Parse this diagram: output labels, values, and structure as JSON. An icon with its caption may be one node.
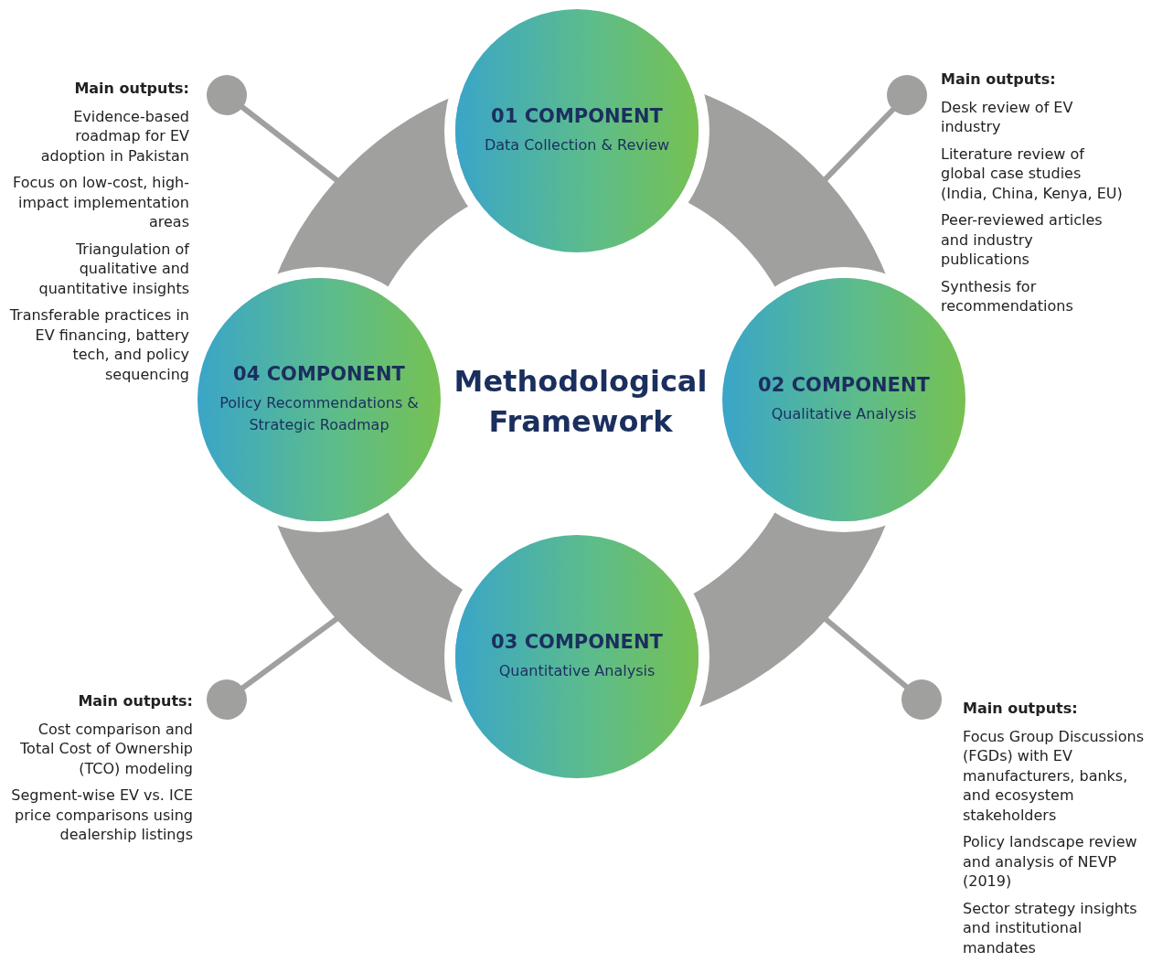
{
  "diagram": {
    "title": "Methodological Framework",
    "nodes": [
      {
        "text": [
          "01 COMPONENT",
          "Data Collection & Review"
        ]
      },
      {
        "text": [
          "02 COMPONENT",
          "Qualitative Analysis"
        ]
      },
      {
        "text": [
          "03 COMPONENT",
          "Quantitative Analysis"
        ]
      },
      {
        "text": [
          "04 COMPONENT",
          "Policy Recommendations & Strategic Roadmap"
        ]
      }
    ],
    "labels": [
      "Main outputs:",
      "Evidence-based roadmap for EV adoption in Pakistan",
      "Focus on low-cost, high-impact implementation areas",
      "Triangulation of qualitative and quantitative insights",
      "Transferable practices in EV financing, battery tech, and policy sequencing",
      "Main outputs:",
      "Desk review of EV industry",
      "Literature review of global case studies (India, China, Kenya, EU)",
      "Peer-reviewed articles and industry publications",
      "Synthesis for recommendations",
      "Main outputs:",
      "Cost comparison and Total Cost of Ownership (TCO) modeling",
      "Segment-wise EV vs. ICE price comparisons using dealership listings",
      "Main outputs:",
      "Focus Group Discussions (FGDs) with EV manufacturers, banks, and ecosystem stakeholders",
      "Policy landscape review and analysis of NEVP (2019)",
      "Sector strategy insights and institutional mandates"
    ]
  }
}
